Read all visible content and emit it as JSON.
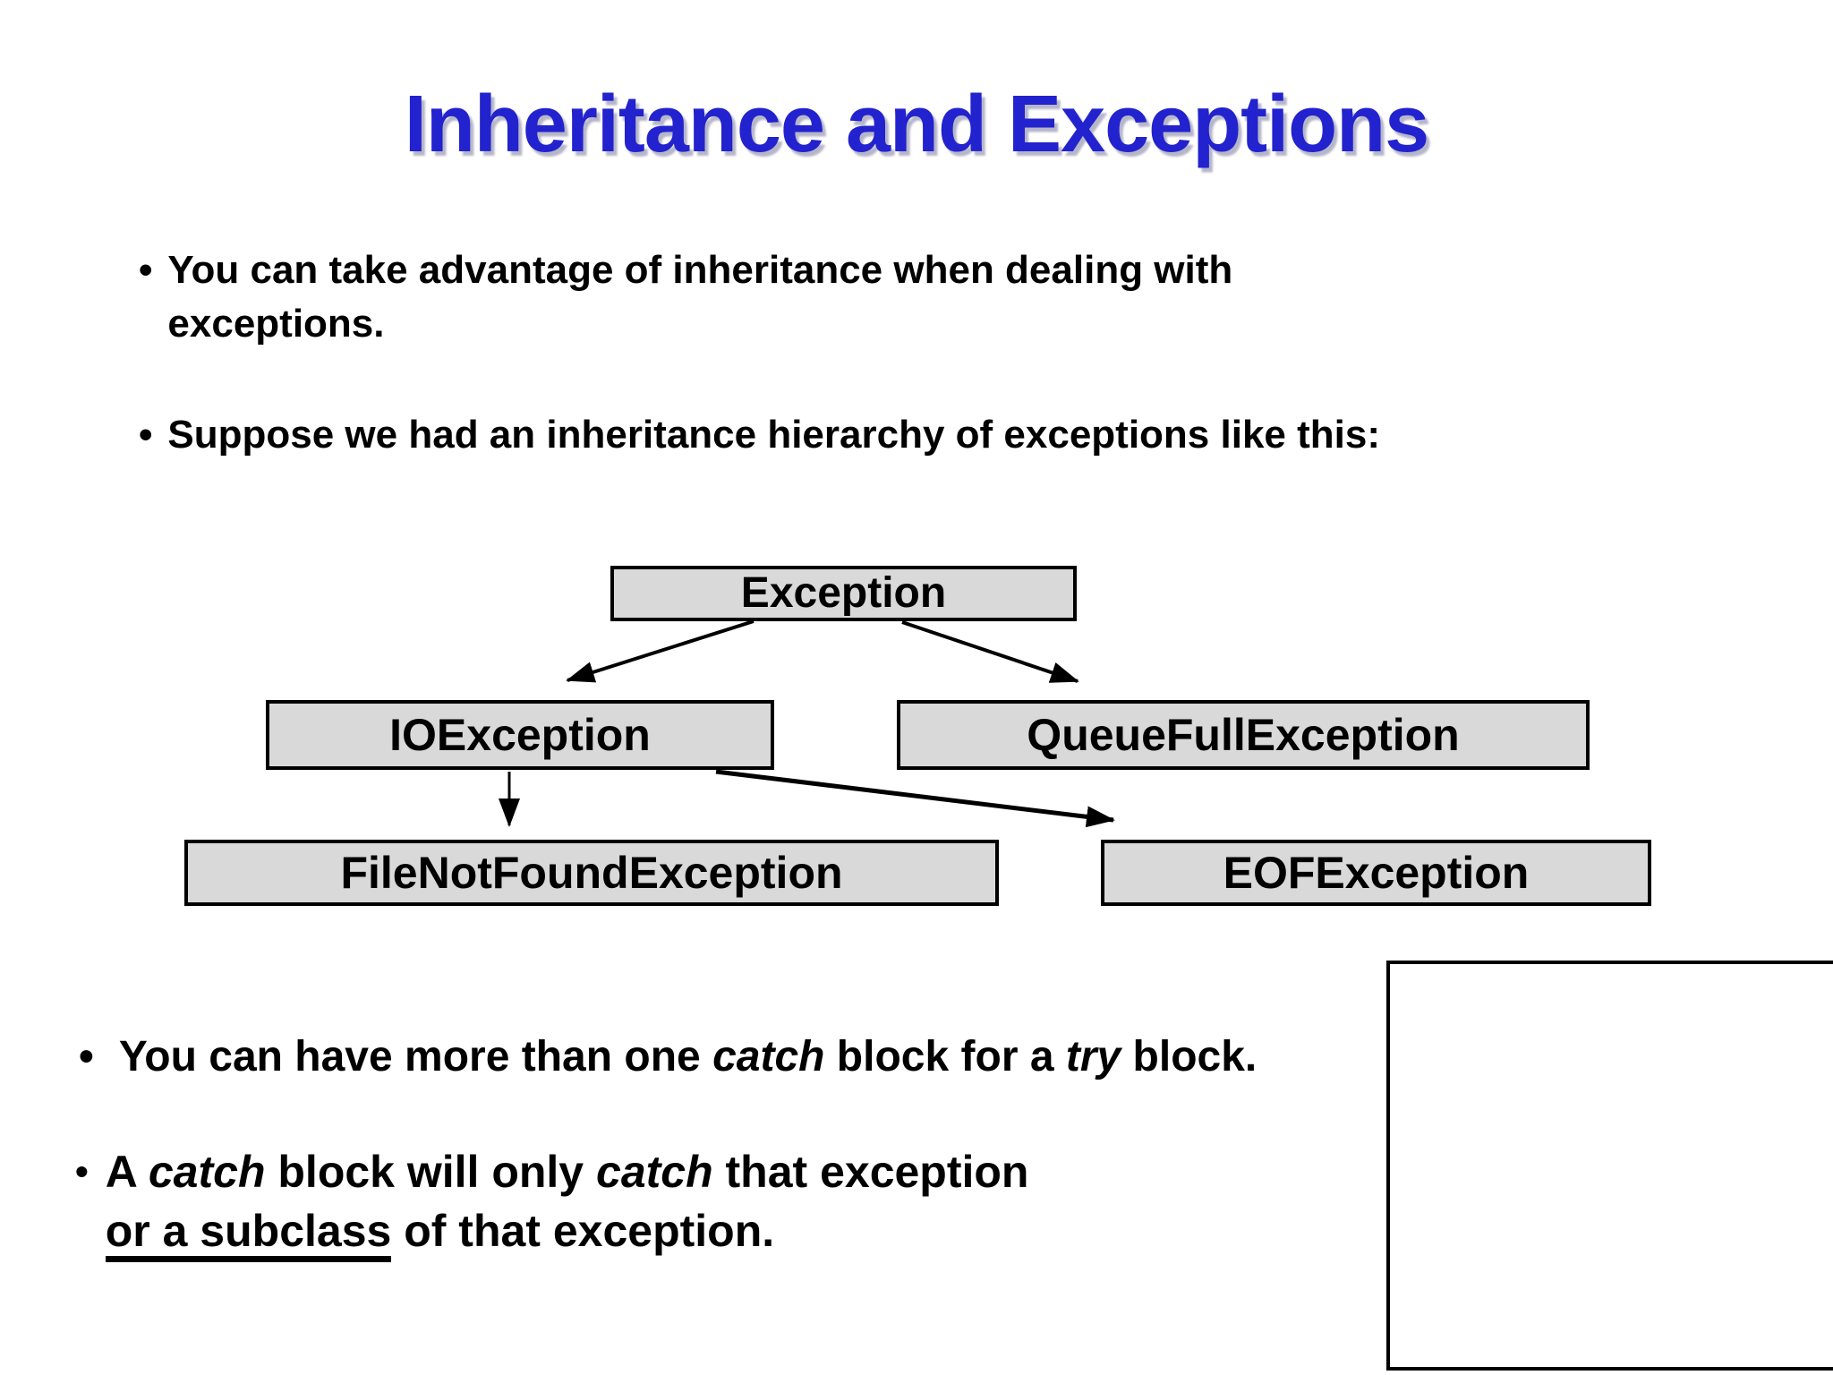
{
  "slide": {
    "title": "Inheritance and Exceptions",
    "title_color": "#2222CE"
  },
  "glyphs": {
    "bullet": "•"
  },
  "top_bullets": [
    {
      "lines": [
        "You can take advantage of inheritance when dealing with",
        "exceptions."
      ]
    },
    {
      "lines": [
        "Suppose we had an inheritance hierarchy of exceptions like this:"
      ]
    }
  ],
  "bottom_bullets": [
    {
      "lines": [
        [
          {
            "t": "You can have more than one "
          },
          {
            "t": "catch",
            "italic": true
          },
          {
            "t": " block for a "
          },
          {
            "t": "try",
            "italic": true
          },
          {
            "t": " block."
          }
        ]
      ]
    },
    {
      "lines": [
        [
          {
            "t": "A "
          },
          {
            "t": "catch",
            "italic": true
          },
          {
            "t": " block will only "
          },
          {
            "t": "catch",
            "italic": true
          },
          {
            "t": " that exception"
          }
        ],
        [
          {
            "t": "or a subclass",
            "underline": true
          },
          {
            "t": " of that exception."
          }
        ]
      ]
    }
  ],
  "diagram": {
    "box_fill": "#D9D9D9",
    "box_border": "#000000",
    "nodes": [
      {
        "id": "exception",
        "label": "Exception"
      },
      {
        "id": "ioexception",
        "label": "IOException"
      },
      {
        "id": "queuefullexception",
        "label": "QueueFullException"
      },
      {
        "id": "filenotfoundexception",
        "label": "FileNotFoundException"
      },
      {
        "id": "eofexception",
        "label": "EOFException"
      }
    ],
    "edges": [
      {
        "from": "Exception",
        "to": "IOException"
      },
      {
        "from": "Exception",
        "to": "QueueFullException"
      },
      {
        "from": "IOException",
        "to": "FileNotFoundException"
      },
      {
        "from": "IOException",
        "to": "EOFException"
      }
    ]
  }
}
